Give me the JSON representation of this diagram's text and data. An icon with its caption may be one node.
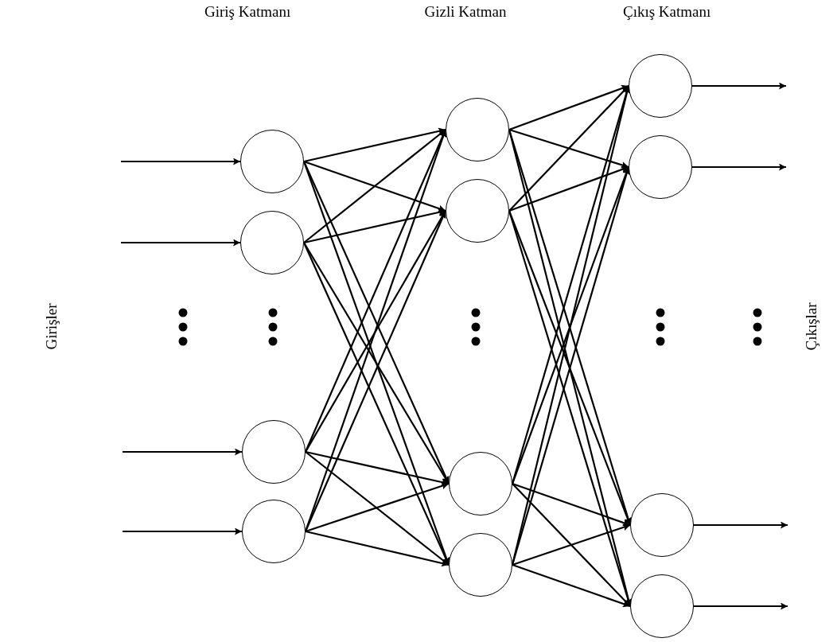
{
  "diagram": {
    "nodes": [
      {
        "text": [],
        "shape": "circle"
      },
      {
        "text": [],
        "shape": "circle"
      },
      {
        "text": [],
        "shape": "circle"
      },
      {
        "text": [],
        "shape": "circle"
      },
      {
        "text": [],
        "shape": "circle"
      },
      {
        "text": [],
        "shape": "circle"
      },
      {
        "text": [],
        "shape": "circle"
      },
      {
        "text": [],
        "shape": "circle"
      },
      {
        "text": [],
        "shape": "circle"
      },
      {
        "text": [],
        "shape": "circle"
      },
      {
        "text": [],
        "shape": "circle"
      },
      {
        "text": [],
        "shape": "circle"
      }
    ],
    "edges": [
      {
        "from": null,
        "to": 0,
        "arrow": "to"
      },
      {
        "from": null,
        "to": 1,
        "arrow": "to"
      },
      {
        "from": null,
        "to": 2,
        "arrow": "to"
      },
      {
        "from": null,
        "to": 3,
        "arrow": "to"
      },
      {
        "from": 0,
        "to": 4,
        "arrow": "to"
      },
      {
        "from": 0,
        "to": 5,
        "arrow": "to"
      },
      {
        "from": 0,
        "to": 6,
        "arrow": "to"
      },
      {
        "from": 0,
        "to": 7,
        "arrow": "to"
      },
      {
        "from": 1,
        "to": 4,
        "arrow": "to"
      },
      {
        "from": 1,
        "to": 5,
        "arrow": "to"
      },
      {
        "from": 1,
        "to": 6,
        "arrow": "to"
      },
      {
        "from": 1,
        "to": 7,
        "arrow": "to"
      },
      {
        "from": 2,
        "to": 4,
        "arrow": "to"
      },
      {
        "from": 2,
        "to": 5,
        "arrow": "to"
      },
      {
        "from": 2,
        "to": 6,
        "arrow": "to"
      },
      {
        "from": 2,
        "to": 7,
        "arrow": "to"
      },
      {
        "from": 3,
        "to": 4,
        "arrow": "to"
      },
      {
        "from": 3,
        "to": 5,
        "arrow": "to"
      },
      {
        "from": 3,
        "to": 6,
        "arrow": "to"
      },
      {
        "from": 3,
        "to": 7,
        "arrow": "to"
      },
      {
        "from": 4,
        "to": 8,
        "arrow": "to"
      },
      {
        "from": 4,
        "to": 9,
        "arrow": "to"
      },
      {
        "from": 4,
        "to": 10,
        "arrow": "to"
      },
      {
        "from": 4,
        "to": 11,
        "arrow": "to"
      },
      {
        "from": 5,
        "to": 8,
        "arrow": "to"
      },
      {
        "from": 5,
        "to": 9,
        "arrow": "to"
      },
      {
        "from": 5,
        "to": 10,
        "arrow": "to"
      },
      {
        "from": 5,
        "to": 11,
        "arrow": "to"
      },
      {
        "from": 6,
        "to": 8,
        "arrow": "to"
      },
      {
        "from": 6,
        "to": 9,
        "arrow": "to"
      },
      {
        "from": 6,
        "to": 10,
        "arrow": "to"
      },
      {
        "from": 6,
        "to": 11,
        "arrow": "to"
      },
      {
        "from": 7,
        "to": 8,
        "arrow": "to"
      },
      {
        "from": 7,
        "to": 9,
        "arrow": "to"
      },
      {
        "from": 7,
        "to": 10,
        "arrow": "to"
      },
      {
        "from": 7,
        "to": 11,
        "arrow": "to"
      },
      {
        "from": 8,
        "to": null,
        "arrow": "to"
      },
      {
        "from": 9,
        "to": null,
        "arrow": "to"
      },
      {
        "from": 10,
        "to": null,
        "arrow": "to"
      },
      {
        "from": 11,
        "to": null,
        "arrow": "to"
      }
    ],
    "labels": [
      "Giriş Katmanı",
      "Gizli Katman",
      "Çıkış Katmanı",
      "Girişler",
      "Çıkışlar"
    ]
  }
}
